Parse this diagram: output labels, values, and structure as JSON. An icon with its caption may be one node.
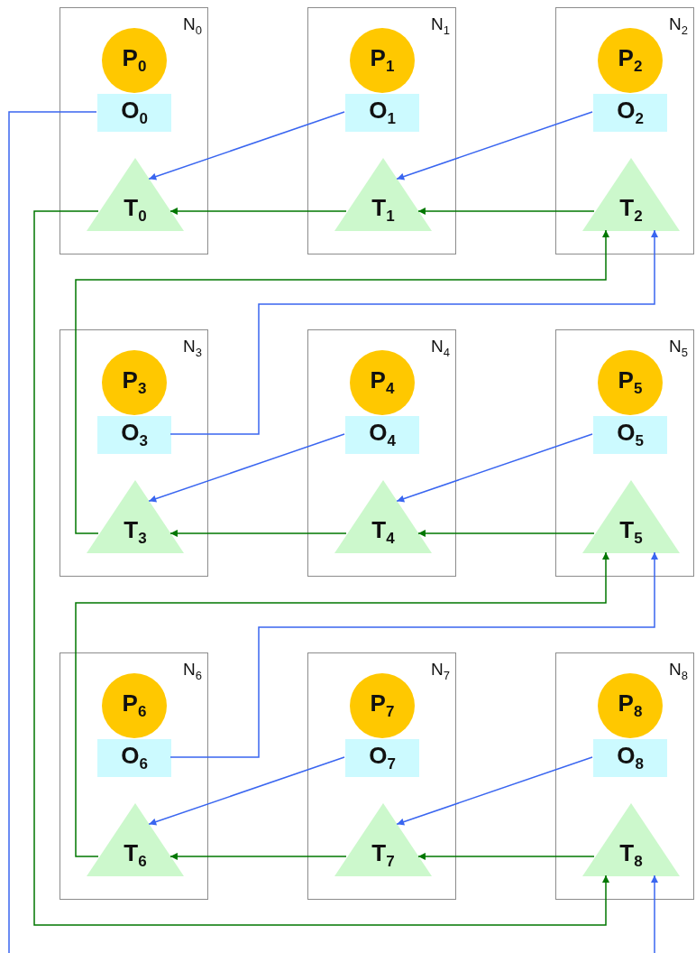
{
  "diagram": {
    "nodes": [
      {
        "text": [
          "N$_{0}$"
        ]
      },
      {
        "text": [
          "P$_{0}$"
        ],
        "in": 0
      },
      {
        "text": [
          "O$_{0}$"
        ],
        "in": 0
      },
      {
        "text": [
          "T$_{0}$"
        ],
        "in": 0
      },
      {
        "text": [
          "N$_{1}$"
        ]
      },
      {
        "text": [
          "P$_{1}$"
        ],
        "in": 4
      },
      {
        "text": [
          "O$_{1}$"
        ],
        "in": 4
      },
      {
        "text": [
          "T$_{1}$"
        ],
        "in": 4
      },
      {
        "text": [
          "N$_{2}$"
        ]
      },
      {
        "text": [
          "P$_{2}$"
        ],
        "in": 8
      },
      {
        "text": [
          "O$_{2}$"
        ],
        "in": 8
      },
      {
        "text": [
          "T$_{2}$"
        ],
        "in": 8
      },
      {
        "text": [
          "N$_{3}$"
        ]
      },
      {
        "text": [
          "P$_{3}$"
        ],
        "in": 12
      },
      {
        "text": [
          "O$_{3}$"
        ],
        "in": 12
      },
      {
        "text": [
          "T$_{3}$"
        ],
        "in": 12
      },
      {
        "text": [
          "N$_{4}$"
        ]
      },
      {
        "text": [
          "P$_{4}$"
        ],
        "in": 16
      },
      {
        "text": [
          "O$_{4}$"
        ],
        "in": 16
      },
      {
        "text": [
          "T$_{4}$"
        ],
        "in": 16
      },
      {
        "text": [
          "N$_{5}$"
        ]
      },
      {
        "text": [
          "P$_{5}$"
        ],
        "in": 20
      },
      {
        "text": [
          "O$_{5}$"
        ],
        "in": 20
      },
      {
        "text": [
          "T$_{5}$"
        ],
        "in": 20
      },
      {
        "text": [
          "N$_{6}$"
        ]
      },
      {
        "text": [
          "P$_{6}$"
        ],
        "in": 24
      },
      {
        "text": [
          "O$_{6}$"
        ],
        "in": 24
      },
      {
        "text": [
          "T$_{6}$"
        ],
        "in": 24
      },
      {
        "text": [
          "N$_{7}$"
        ]
      },
      {
        "text": [
          "P$_{7}$"
        ],
        "in": 28
      },
      {
        "text": [
          "O$_{7}$"
        ],
        "in": 28
      },
      {
        "text": [
          "T$_{7}$"
        ],
        "in": 28
      },
      {
        "text": [
          "N$_{8}$"
        ]
      },
      {
        "text": [
          "P$_{8}$"
        ],
        "in": 32
      },
      {
        "text": [
          "O$_{8}$"
        ],
        "in": 32
      },
      {
        "text": [
          "T$_{8}$"
        ],
        "in": 32
      }
    ],
    "edges": [
      {
        "from": 6,
        "to": 3,
        "arrow": "to"
      },
      {
        "from": 7,
        "to": 3,
        "arrow": "to",
        "color": "#007700"
      },
      {
        "from": 10,
        "to": 7,
        "arrow": "to"
      },
      {
        "from": 11,
        "to": 7,
        "arrow": "to",
        "color": "#007700"
      },
      {
        "from": 15,
        "to": 11,
        "arrow": "to",
        "color": "#007700"
      },
      {
        "from": 14,
        "to": 11,
        "arrow": "to"
      },
      {
        "from": 18,
        "to": 15,
        "arrow": "to"
      },
      {
        "from": 19,
        "to": 15,
        "arrow": "to",
        "color": "#007700"
      },
      {
        "from": 22,
        "to": 19,
        "arrow": "to"
      },
      {
        "from": 23,
        "to": 19,
        "arrow": "to",
        "color": "#007700"
      },
      {
        "from": 27,
        "to": 23,
        "arrow": "to",
        "color": "#007700"
      },
      {
        "from": 26,
        "to": 23,
        "arrow": "to"
      },
      {
        "from": 30,
        "to": 27,
        "arrow": "to"
      },
      {
        "from": 31,
        "to": 27,
        "arrow": "to",
        "color": "#007700"
      },
      {
        "from": 34,
        "to": 31,
        "arrow": "to"
      },
      {
        "from": 35,
        "to": 31,
        "arrow": "to",
        "color": "#007700"
      },
      {
        "from": 3,
        "to": 35,
        "arrow": "to",
        "color": "#007700"
      },
      {
        "from": 2,
        "to": null,
        "arrow": "none"
      },
      {
        "from": null,
        "to": 35,
        "arrow": "to"
      }
    ]
  }
}
